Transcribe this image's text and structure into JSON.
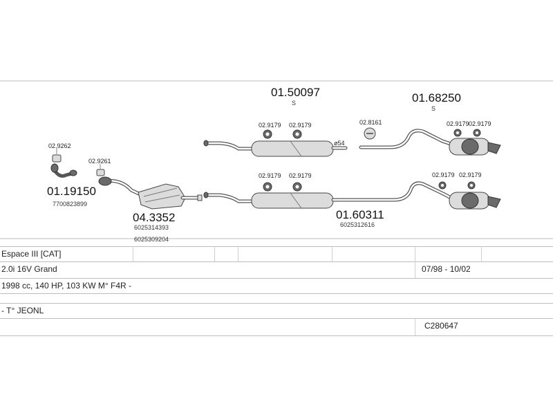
{
  "parts": {
    "front_pipe": {
      "number": "01.19150",
      "oem": "7700823899"
    },
    "catalyst": {
      "number": "04.3352",
      "oem1": "6025314393",
      "oem2": "6025309204"
    },
    "middle_s": {
      "number": "01.50097",
      "tag": "S"
    },
    "rear_s": {
      "number": "01.68250",
      "tag": "S"
    },
    "full_system": {
      "number": "01.60311",
      "oem": "6025312616"
    }
  },
  "small_refs": {
    "gasket_a": "02.9262",
    "gasket_b": "02.9261",
    "clamp": "02.8161",
    "diameter": "ø54",
    "hanger": "02.9179"
  },
  "table": {
    "model": "Espace III  [CAT]",
    "engine": "2.0i 16V Grand",
    "years": "07/98 - 10/02",
    "spec": "1998 cc, 140 HP, 103 KW M° F4R -",
    "type": "- T° JEONL",
    "code": "C280647"
  }
}
